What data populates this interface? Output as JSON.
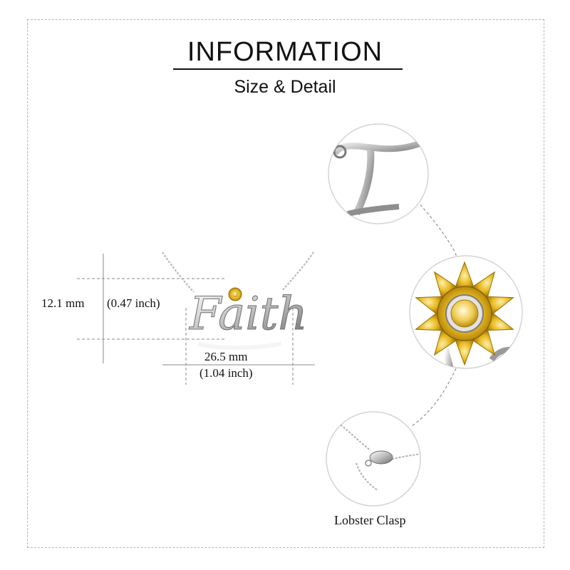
{
  "header": {
    "title": "INFORMATION",
    "subtitle": "Size & Detail"
  },
  "pendant": {
    "script_text": "Faith",
    "height_mm": "12.1 mm",
    "height_inch": "(0.47 inch)",
    "width_mm": "26.5 mm",
    "width_inch": "(1.04 inch)"
  },
  "details": {
    "clasp_caption": "Lobster  Clasp"
  },
  "colors": {
    "silver": "#c9c9c9",
    "gold": "#d9a90f",
    "stone": "#f3d36a",
    "guide": "#8a8a8a"
  }
}
